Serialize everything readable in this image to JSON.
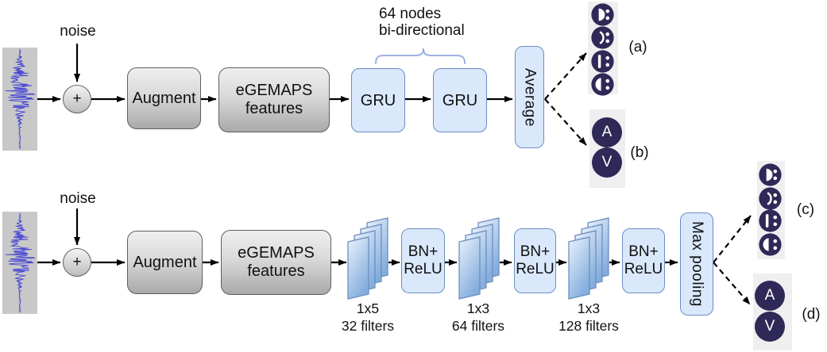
{
  "figure": {
    "branch_a": {
      "noise_label": "noise",
      "plus_label": "+",
      "augment_label": "Augment",
      "features_line1": "eGEMAPS",
      "features_line2": "features",
      "gru1_label": "GRU",
      "gru2_label": "GRU",
      "annotation_line1": "64 nodes",
      "annotation_line2": "bi-directional",
      "average_label": "Average",
      "output_categorical_label": "(a)",
      "output_dimensional_label": "(b)"
    },
    "branch_b": {
      "noise_label": "noise",
      "plus_label": "+",
      "augment_label": "Augment",
      "features_line1": "eGEMAPS",
      "features_line2": "features",
      "bn_relu_line1": "BN+",
      "bn_relu_line2": "ReLU",
      "conv_layers": [
        {
          "kernel": "1x5",
          "filters": "32 filters"
        },
        {
          "kernel": "1x3",
          "filters": "64 filters"
        },
        {
          "kernel": "1x3",
          "filters": "128 filters"
        }
      ],
      "maxpool_label": "Max pooling",
      "output_categorical_label": "(c)",
      "output_dimensional_label": "(d)"
    },
    "outputs": {
      "arousal_label": "A",
      "valence_label": "V",
      "emotion_icon_names": [
        "open-mouth-face-icon",
        "sad-face-icon",
        "neutral-face-icon",
        "smile-face-icon"
      ]
    },
    "colors": {
      "blue_fill": "#dae8fc",
      "blue_stroke": "#6c8ebf",
      "gray_fill_top": "#efefef",
      "gray_fill_bottom": "#a9a9a9",
      "navy": "#2e2957",
      "strip": "#efefef",
      "waveform_bg": "#c8c8c8",
      "waveform_line": "#4545d6",
      "brace": "#8faadc",
      "arrow": "#000000"
    }
  }
}
